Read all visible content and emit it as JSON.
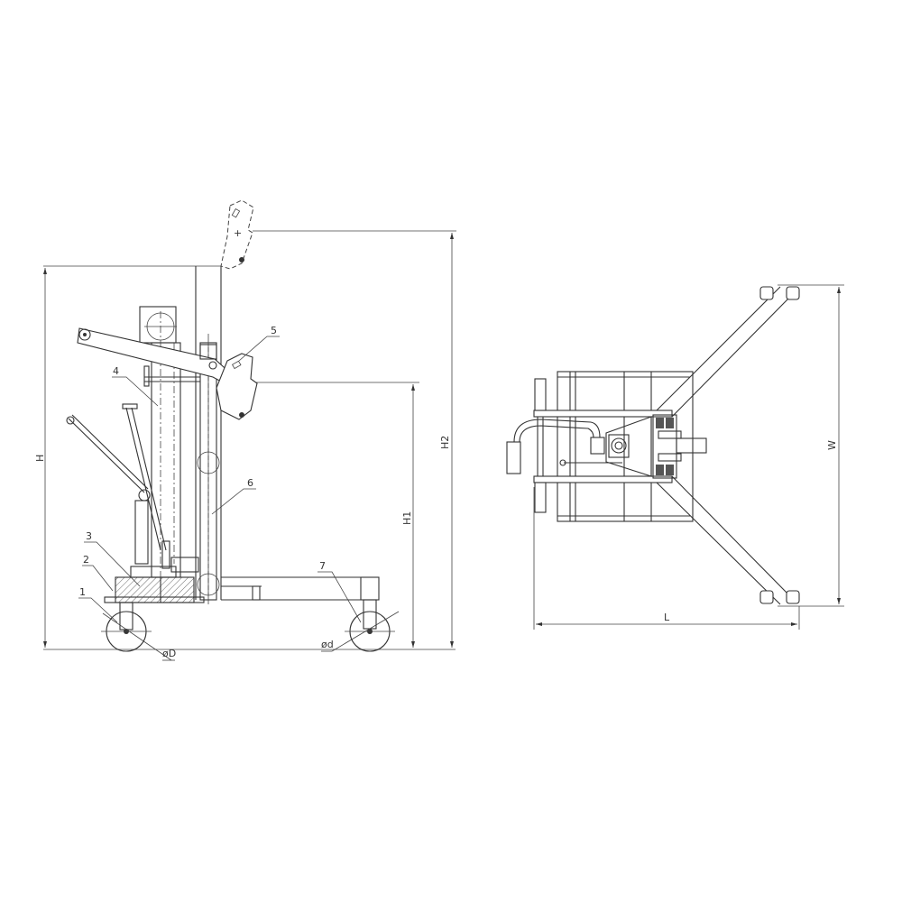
{
  "side_view": {
    "dimensions": {
      "H": "H",
      "H1": "H1",
      "H2": "H2",
      "D": "øD",
      "d": "ød"
    },
    "callouts": [
      "1",
      "2",
      "3",
      "4",
      "5",
      "6",
      "7"
    ]
  },
  "top_view": {
    "dimensions": {
      "W": "W",
      "L": "L"
    }
  },
  "colors": {
    "line": "#333333",
    "background": "#ffffff"
  }
}
